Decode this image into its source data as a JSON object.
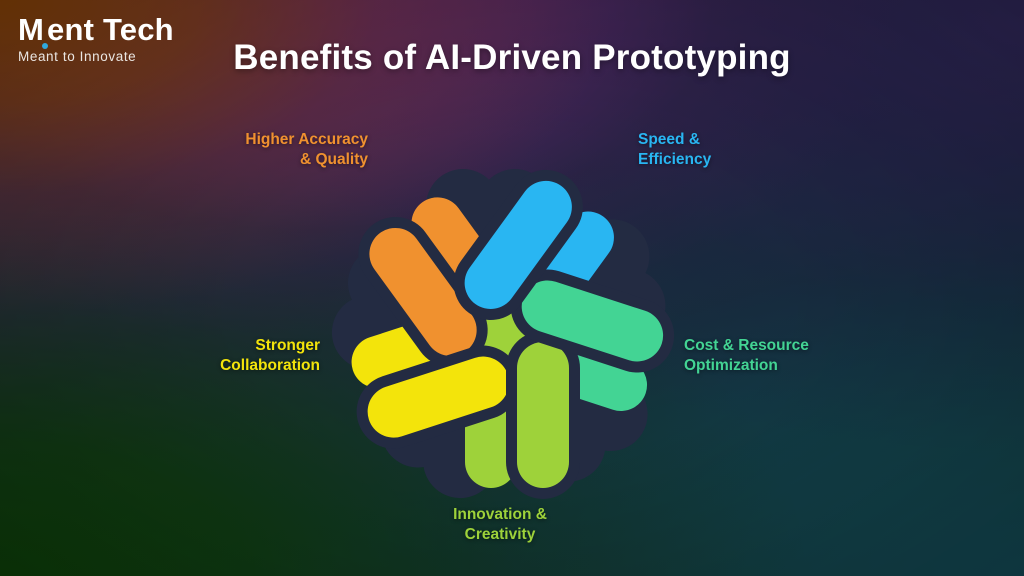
{
  "brand": {
    "logo_text_part1": "M",
    "logo_text_part2": "ent Tech",
    "tagline": "Meant to Innovate",
    "dot_color": "#2fa8dd",
    "logo_color": "#ffffff"
  },
  "header": {
    "title": "Benefits of AI-Driven Prototyping",
    "title_color": "#ffffff"
  },
  "graphic": {
    "name": "pentagonal-interlocking-loops",
    "arm_count": 5,
    "arms": [
      {
        "key": "accuracy",
        "color": "#f0912f",
        "angle": -36
      },
      {
        "key": "speed",
        "color": "#29b6f2",
        "angle": 36
      },
      {
        "key": "cost",
        "color": "#43d494",
        "angle": 108
      },
      {
        "key": "innovation",
        "color": "#9ed23a",
        "angle": 180
      },
      {
        "key": "collab",
        "color": "#f3e40b",
        "angle": 252
      }
    ]
  },
  "benefits": [
    {
      "id": "accuracy",
      "label": "Higher Accuracy\n& Quality",
      "color": "#f0912f",
      "align": "right"
    },
    {
      "id": "speed",
      "label": "Speed &\nEfficiency",
      "color": "#29b6f2",
      "align": "left"
    },
    {
      "id": "collab",
      "label": "Stronger\nCollaboration",
      "color": "#f3e40b",
      "align": "right"
    },
    {
      "id": "cost",
      "label": "Cost & Resource\nOptimization",
      "color": "#43d494",
      "align": "left"
    },
    {
      "id": "innovation",
      "label": "Innovation &\nCreativity",
      "color": "#9ed23a",
      "align": "center"
    }
  ],
  "background": {
    "corner_top_left": "#7a3c06",
    "corner_top_mid": "#5d2569",
    "corner_top_right": "#2b2350",
    "corner_bottom_left": "#0c3907",
    "corner_bottom_right": "#11414c"
  }
}
